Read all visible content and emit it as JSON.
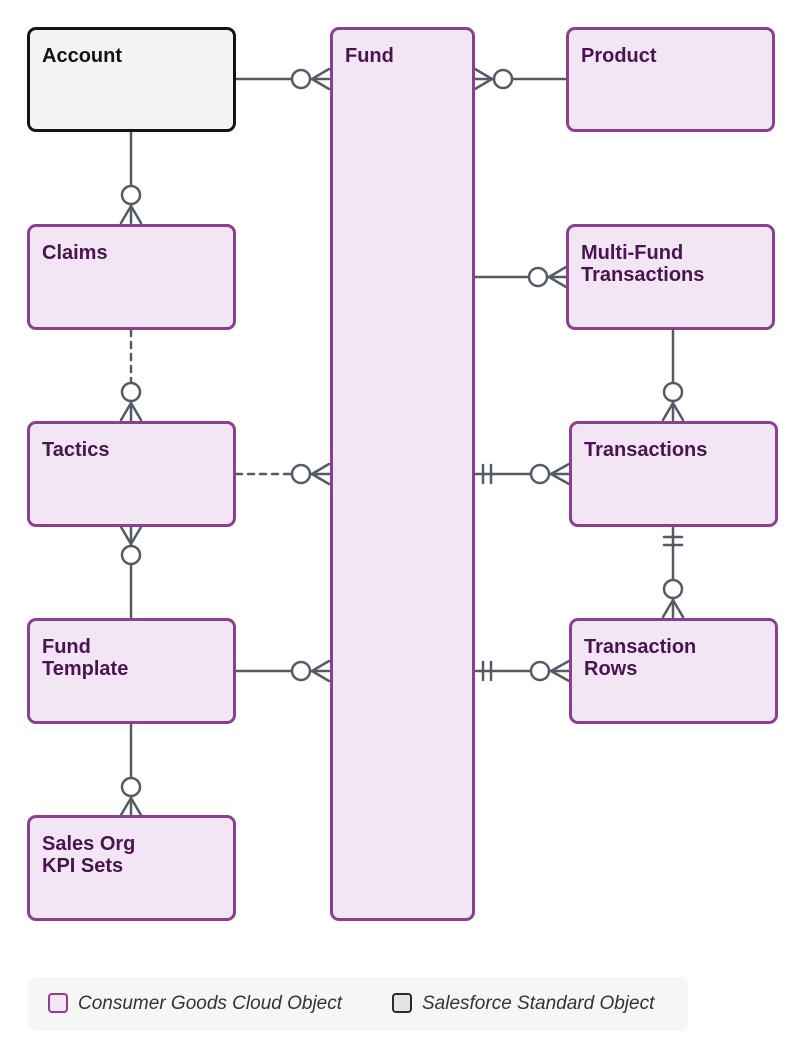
{
  "entities": {
    "account": "Account",
    "fund": "Fund",
    "product": "Product",
    "claims": "Claims",
    "multi_fund_transactions": "Multi-Fund\nTransactions",
    "tactics": "Tactics",
    "transactions": "Transactions",
    "fund_template": "Fund\nTemplate",
    "transaction_rows": "Transaction\nRows",
    "sales_org_kpi_sets": "Sales Org\nKPI Sets"
  },
  "legend": {
    "consumer_goods": "Consumer Goods Cloud Object",
    "salesforce_standard": "Salesforce Standard Object"
  },
  "colors": {
    "consumer_goods_fill": "#f3e6f4",
    "consumer_goods_border": "#8a3f91",
    "standard_fill": "#f3f3f4",
    "standard_border": "#141414",
    "connector": "#545b66"
  }
}
